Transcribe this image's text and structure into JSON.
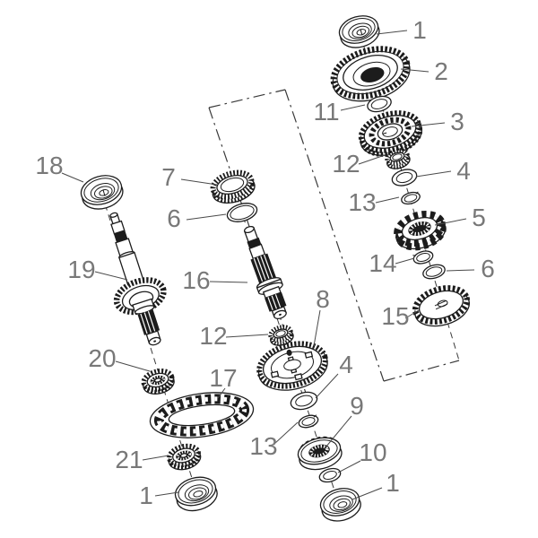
{
  "colors": {
    "background": "#ffffff",
    "line_art": "#1c1c1c",
    "boundary_line": "#3a3a3a",
    "leader_line": "#4a4a4a",
    "callout_label": "#787878"
  },
  "callouts": [
    {
      "id": "callout-1-bearing-top-right",
      "label": "1"
    },
    {
      "id": "callout-2-gear",
      "label": "2"
    },
    {
      "id": "callout-11-washer",
      "label": "11"
    },
    {
      "id": "callout-3-gear",
      "label": "3"
    },
    {
      "id": "callout-12-bushing-right",
      "label": "12"
    },
    {
      "id": "callout-4-washer-right",
      "label": "4"
    },
    {
      "id": "callout-13-circlip-right",
      "label": "13"
    },
    {
      "id": "callout-5-dog-gear",
      "label": "5"
    },
    {
      "id": "callout-14-washer",
      "label": "14"
    },
    {
      "id": "callout-6-circlip-right",
      "label": "6"
    },
    {
      "id": "callout-15-gear",
      "label": "15"
    },
    {
      "id": "callout-7-ring-gear",
      "label": "7"
    },
    {
      "id": "callout-6-washer-middle",
      "label": "6"
    },
    {
      "id": "callout-16-mainshaft",
      "label": "16"
    },
    {
      "id": "callout-12-bushing-middle",
      "label": "12"
    },
    {
      "id": "callout-8-gear",
      "label": "8"
    },
    {
      "id": "callout-17-chain",
      "label": "17"
    },
    {
      "id": "callout-4-washer-lower",
      "label": "4"
    },
    {
      "id": "callout-13-circlip-lower",
      "label": "13"
    },
    {
      "id": "callout-9-sprocket",
      "label": "9"
    },
    {
      "id": "callout-10-washer",
      "label": "10"
    },
    {
      "id": "callout-1-bearing-bottom-middle",
      "label": "1"
    },
    {
      "id": "callout-18-bearing",
      "label": "18"
    },
    {
      "id": "callout-19-countershaft",
      "label": "19"
    },
    {
      "id": "callout-20-gear",
      "label": "20"
    },
    {
      "id": "callout-21-gear",
      "label": "21"
    },
    {
      "id": "callout-1-bearing-bottom-left",
      "label": "1"
    }
  ]
}
